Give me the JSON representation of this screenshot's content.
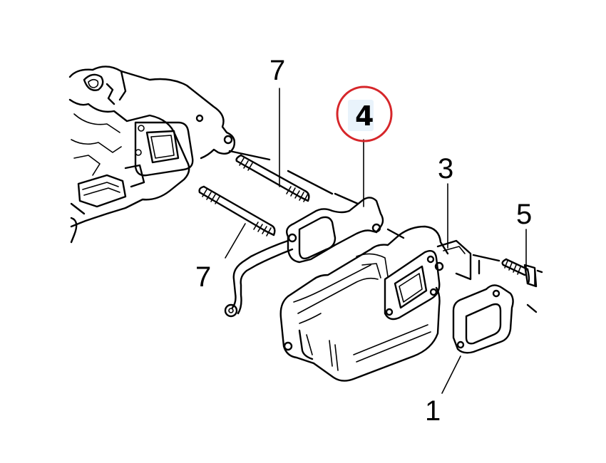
{
  "diagram": {
    "labels": {
      "stud_upper": "7",
      "stud_lower": "7",
      "gasket_highlighted": "4",
      "manifold": "3",
      "bolt": "5",
      "gasket_lower": "1"
    },
    "highlight_color": "#d6262a",
    "highlight_fill": "#e9f3fb"
  }
}
